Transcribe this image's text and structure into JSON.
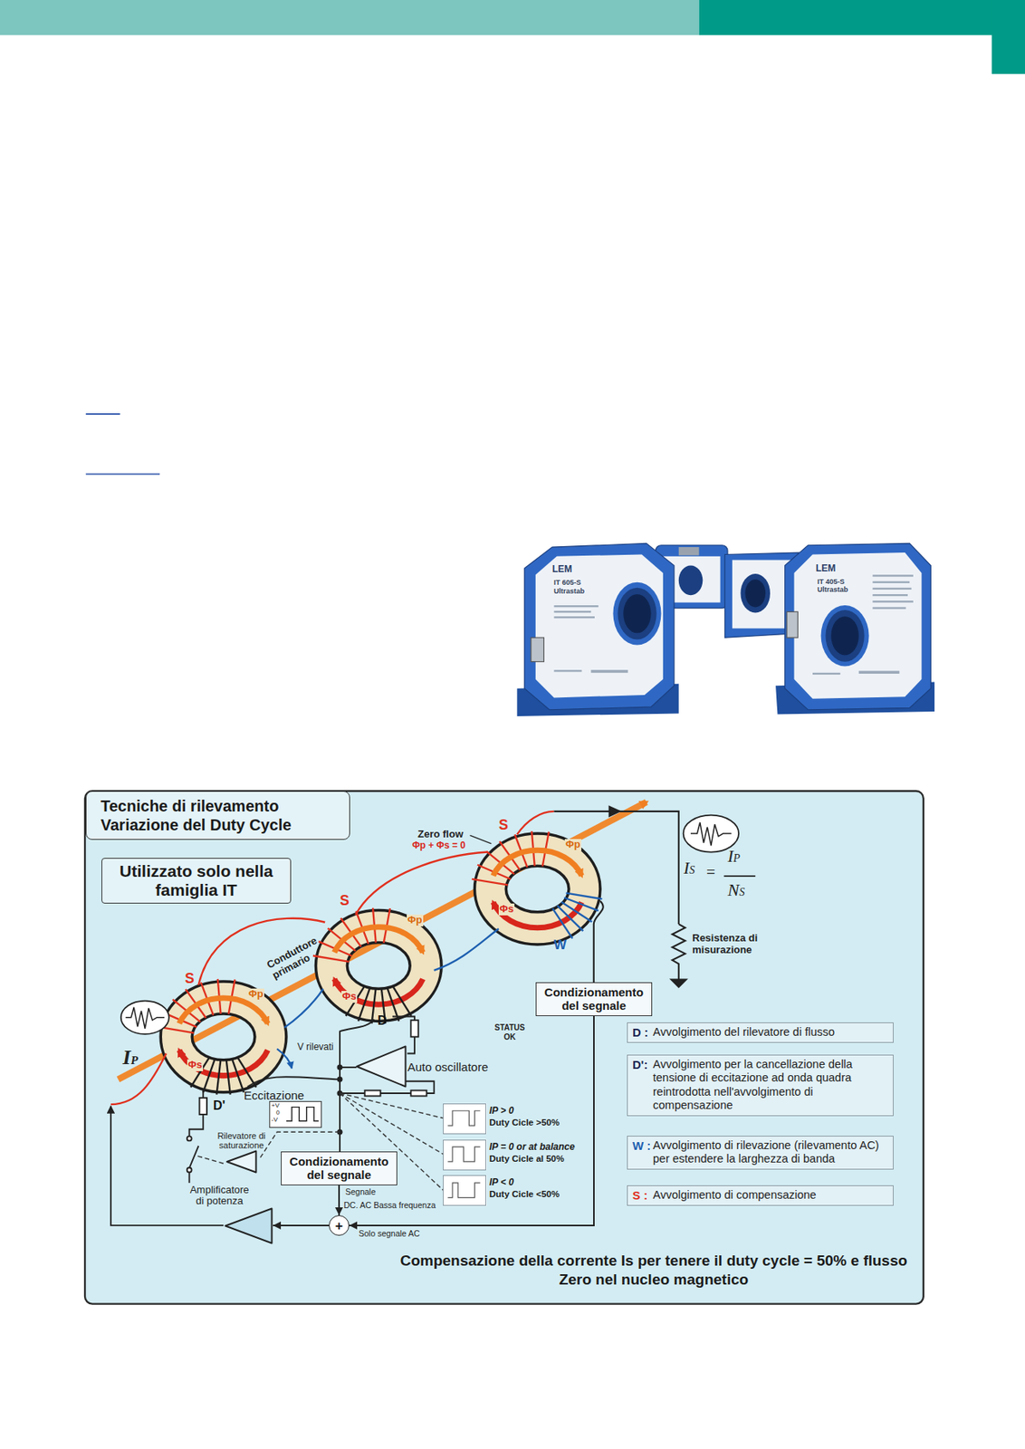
{
  "diagram": {
    "title": "Tecniche di rilevamento Variazione del Duty Cycle",
    "caption": "Compensazione della corrente Is per tenere il duty cycle = 50% e flusso Zero nel nucleo magnetico",
    "nodes": [
      {
        "text": [
          "Utilizzato solo nella famiglia IT"
        ]
      },
      {
        "text": [
          "Condizionamento del segnale"
        ]
      },
      {
        "text": [
          "D :",
          "Avvolgimento del rilevatore di flusso"
        ]
      },
      {
        "text": [
          "Auto oscillatore"
        ]
      },
      {
        "text": [
          "D':",
          "Avvolgimento per la cancellazione della tensione di eccitazione ad onda quadra reintrodotta nell'avvolgimento di compensazione"
        ]
      },
      {
        "text": [
          "IP > 0",
          "Duty Cicle >50%"
        ]
      },
      {
        "text": [
          "W :",
          "Avvolgimento di rilevazione (rilevamento AC) per estendere la larghezza di banda"
        ]
      },
      {
        "text": [
          "IP = 0 or at balance",
          "Duty Cicle al 50%"
        ]
      },
      {
        "text": [
          "Rilevatore di saturazione"
        ]
      },
      {
        "text": [
          "Condizionamento del segnale"
        ]
      },
      {
        "text": [
          "IP < 0",
          "Duty Cicle <50%"
        ]
      },
      {
        "text": [
          "S :",
          "Avvolgimento di compensazione"
        ]
      },
      {
        "text": [
          "Amplificatore di potenza"
        ]
      },
      {
        "text": [
          "+"
        ]
      }
    ],
    "edges": [
      {
        "from": 1,
        "to": 13,
        "label": "Solo segnale AC",
        "arrow": "to"
      },
      {
        "from": 9,
        "to": 13,
        "label": "Segnale",
        "arrow": "to"
      },
      {
        "from": 13,
        "to": 12,
        "arrow": "to"
      }
    ],
    "labels": [
      "LEM",
      "IT 605-S",
      "Ultrastab",
      "LEM",
      "IT 405-S",
      "Ultrastab",
      "Zero flow",
      "Φp + Φs = 0",
      "S",
      "Φp",
      "Φs",
      "S",
      "Φp",
      "Φs",
      "Conduttore primario",
      "S",
      "Φp",
      "Φs",
      "IP",
      "D",
      "D'",
      "W",
      "IS",
      "=",
      "IP",
      "NS",
      "Resistenza di misurazione",
      "STATUS OK",
      "V rilevati",
      "-",
      "+",
      "Eccitazione",
      "+V",
      "0",
      "-V",
      "DC. AC Bassa frequenza"
    ]
  }
}
